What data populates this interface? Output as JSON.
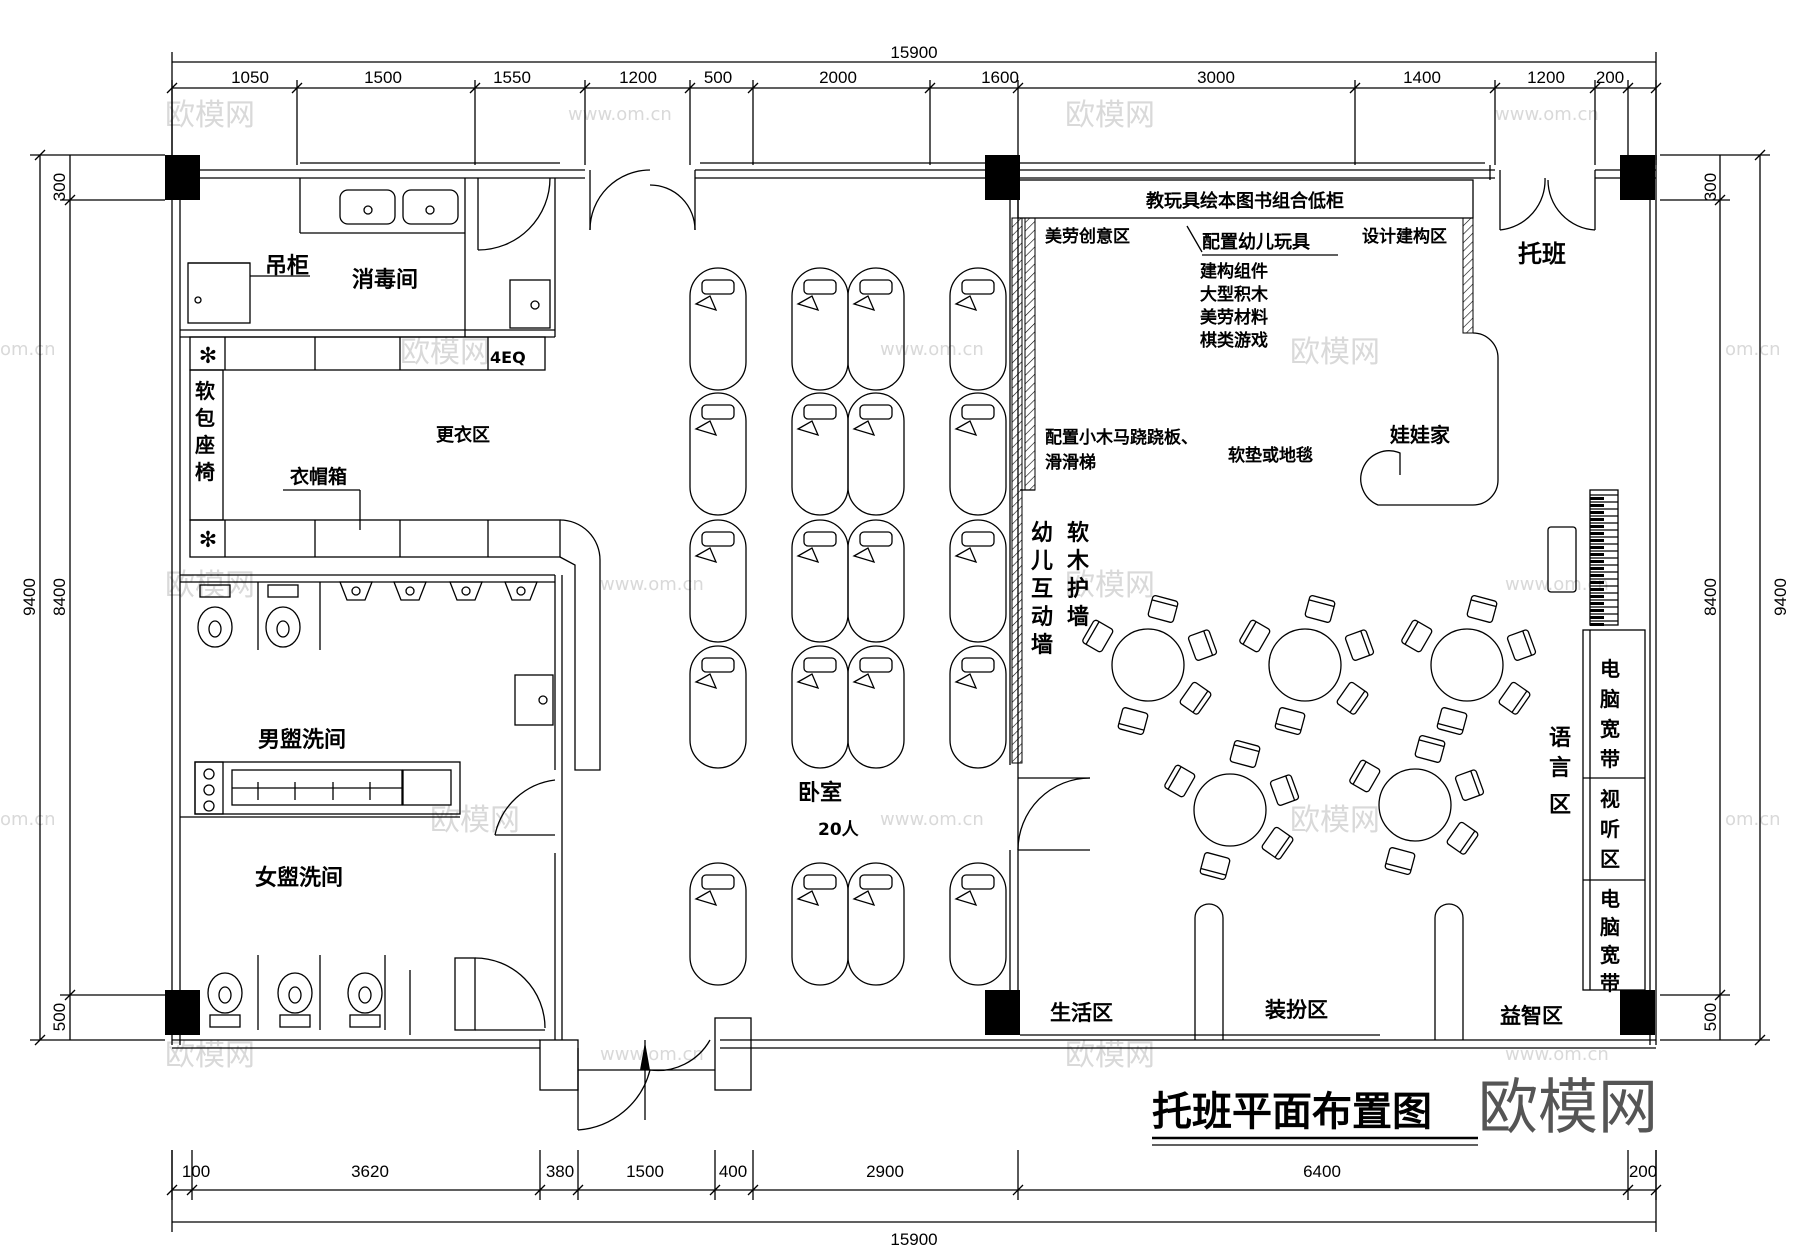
{
  "title": "托班平面布置图",
  "watermark_logo": "欧模网",
  "watermarks": {
    "text": "欧模网",
    "url": "www.om.cn",
    "partial": "om.cn"
  },
  "dims_top_total": "15900",
  "dims_top": [
    "1050",
    "1500",
    "1550",
    "1200",
    "500",
    "2000",
    "1600",
    "3000",
    "1400",
    "1200",
    "200"
  ],
  "dims_bottom": [
    "100",
    "3620",
    "380",
    "1500",
    "400",
    "2900",
    "6400",
    "200"
  ],
  "dims_bottom_total": "15900",
  "dims_left": {
    "outer": "9400",
    "inner": "8400",
    "top": "300",
    "bottom": "500"
  },
  "dims_right": {
    "outer": "9400",
    "inner": "8400",
    "top": "300",
    "bottom": "500"
  },
  "rooms": {
    "hanging_cabinet": "吊柜",
    "disinfection": "消毒间",
    "equipment_tag": "4EQ",
    "soft_bench": [
      "软",
      "包",
      "座",
      "椅"
    ],
    "changing_area": "更衣区",
    "coat_box": "衣帽箱",
    "boys_wash": "男盥洗间",
    "girls_wash": "女盥洗间",
    "bedroom": "卧室",
    "bedroom_capacity": "20人",
    "toy_cabinet": "教玩具绘本图书组合低柜",
    "art_zone": "美劳创意区",
    "toys_title": "配置幼儿玩具",
    "toys_list": [
      "建构组件",
      "大型积木",
      "美劳材料",
      "棋类游戏"
    ],
    "build_zone": "设计建构区",
    "class_name": "托班",
    "equipment_note": "配置小木马跷跷板、",
    "equipment_note2": "滑滑梯",
    "mat_note": "软垫或地毯",
    "doll_house": "娃娃家",
    "interact_wall": [
      "幼",
      "儿",
      "互",
      "动",
      "墙"
    ],
    "soft_wall": [
      "软",
      "木",
      "护",
      "墙"
    ],
    "language_zone": [
      "语",
      "言",
      "区"
    ],
    "computer_zone": [
      "电",
      "脑",
      "宽",
      "带"
    ],
    "av_zone": [
      "视",
      "听",
      "区"
    ],
    "computer_zone2": [
      "电",
      "脑",
      "宽",
      "带"
    ],
    "life_zone": "生活区",
    "dressup_zone": "装扮区",
    "puzzle_zone": "益智区"
  }
}
